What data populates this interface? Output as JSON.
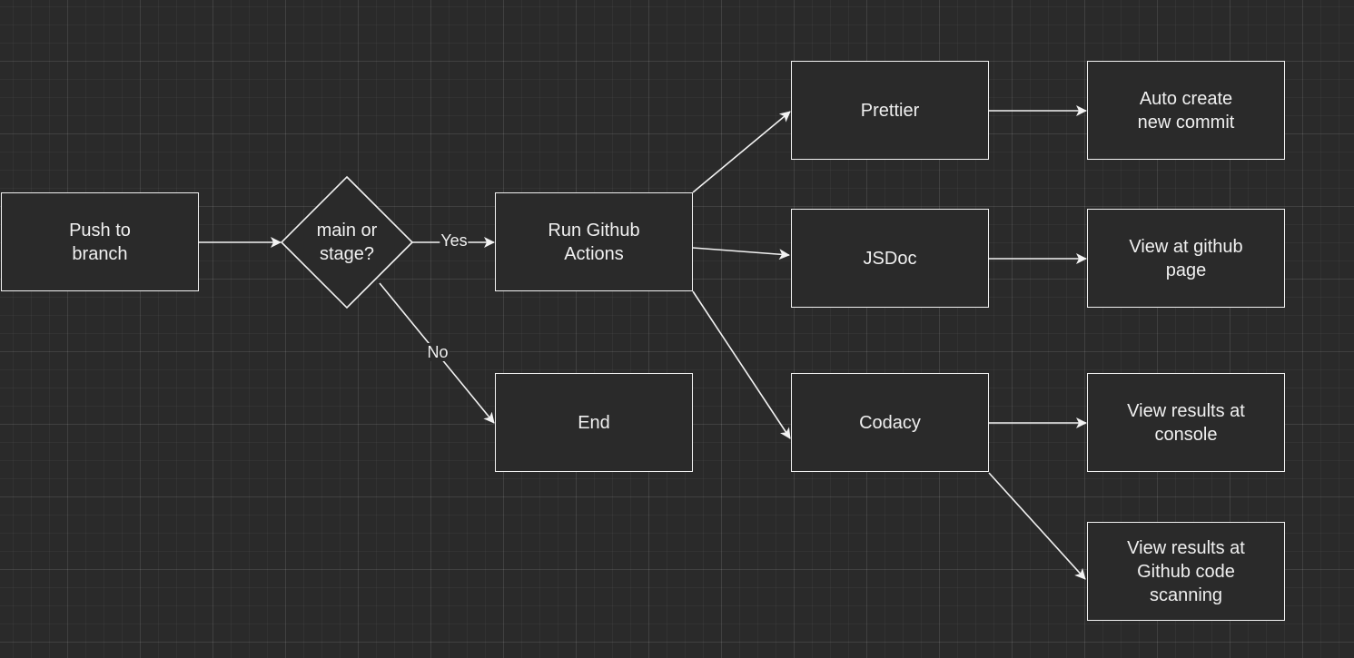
{
  "nodes": {
    "push": "Push to\nbranch",
    "decision": "main or\nstage?",
    "run_actions": "Run Github\nActions",
    "end": "End",
    "prettier": "Prettier",
    "jsdoc": "JSDoc",
    "codacy": "Codacy",
    "auto_commit": "Auto create\nnew commit",
    "github_page": "View at github\npage",
    "console": "View results at\nconsole",
    "code_scanning": "View results at\nGithub code\nscanning"
  },
  "edges": {
    "yes": "Yes",
    "no": "No"
  },
  "colors": {
    "background": "#2a2a2a",
    "stroke": "#f2f2f2",
    "text": "#f0f0f0"
  }
}
